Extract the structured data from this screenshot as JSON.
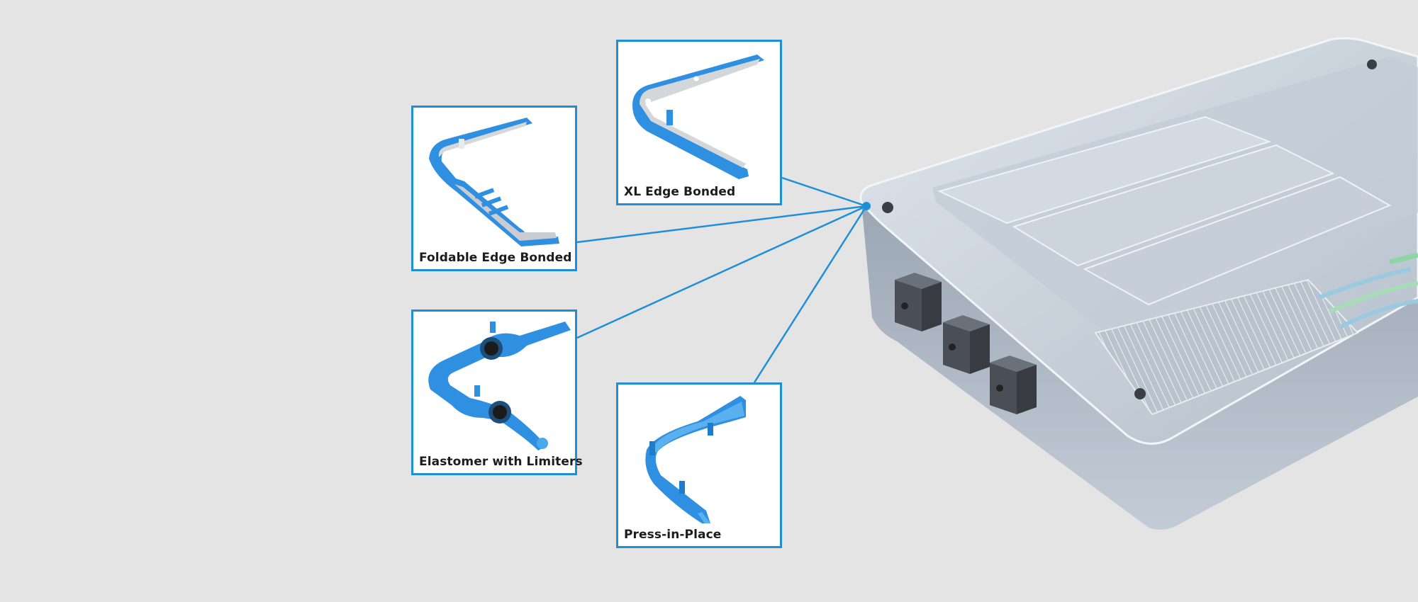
{
  "products": [
    {
      "id": "foldable",
      "label": "Foldable Edge Bonded",
      "icon": "foldable-edge-bonded-gasket"
    },
    {
      "id": "xl",
      "label": "XL Edge Bonded",
      "icon": "xl-edge-bonded-gasket"
    },
    {
      "id": "elastomer",
      "label": "Elastomer with Limiters",
      "icon": "elastomer-limiter-gasket"
    },
    {
      "id": "press",
      "label": "Press-in-Place",
      "icon": "press-in-place-gasket"
    }
  ],
  "colors": {
    "background": "#e4e4e4",
    "card_border": "#1f8fd8",
    "gasket_blue": "#2f8fe0",
    "connector_line": "#1f8fd8",
    "housing": "#aab4c2"
  }
}
